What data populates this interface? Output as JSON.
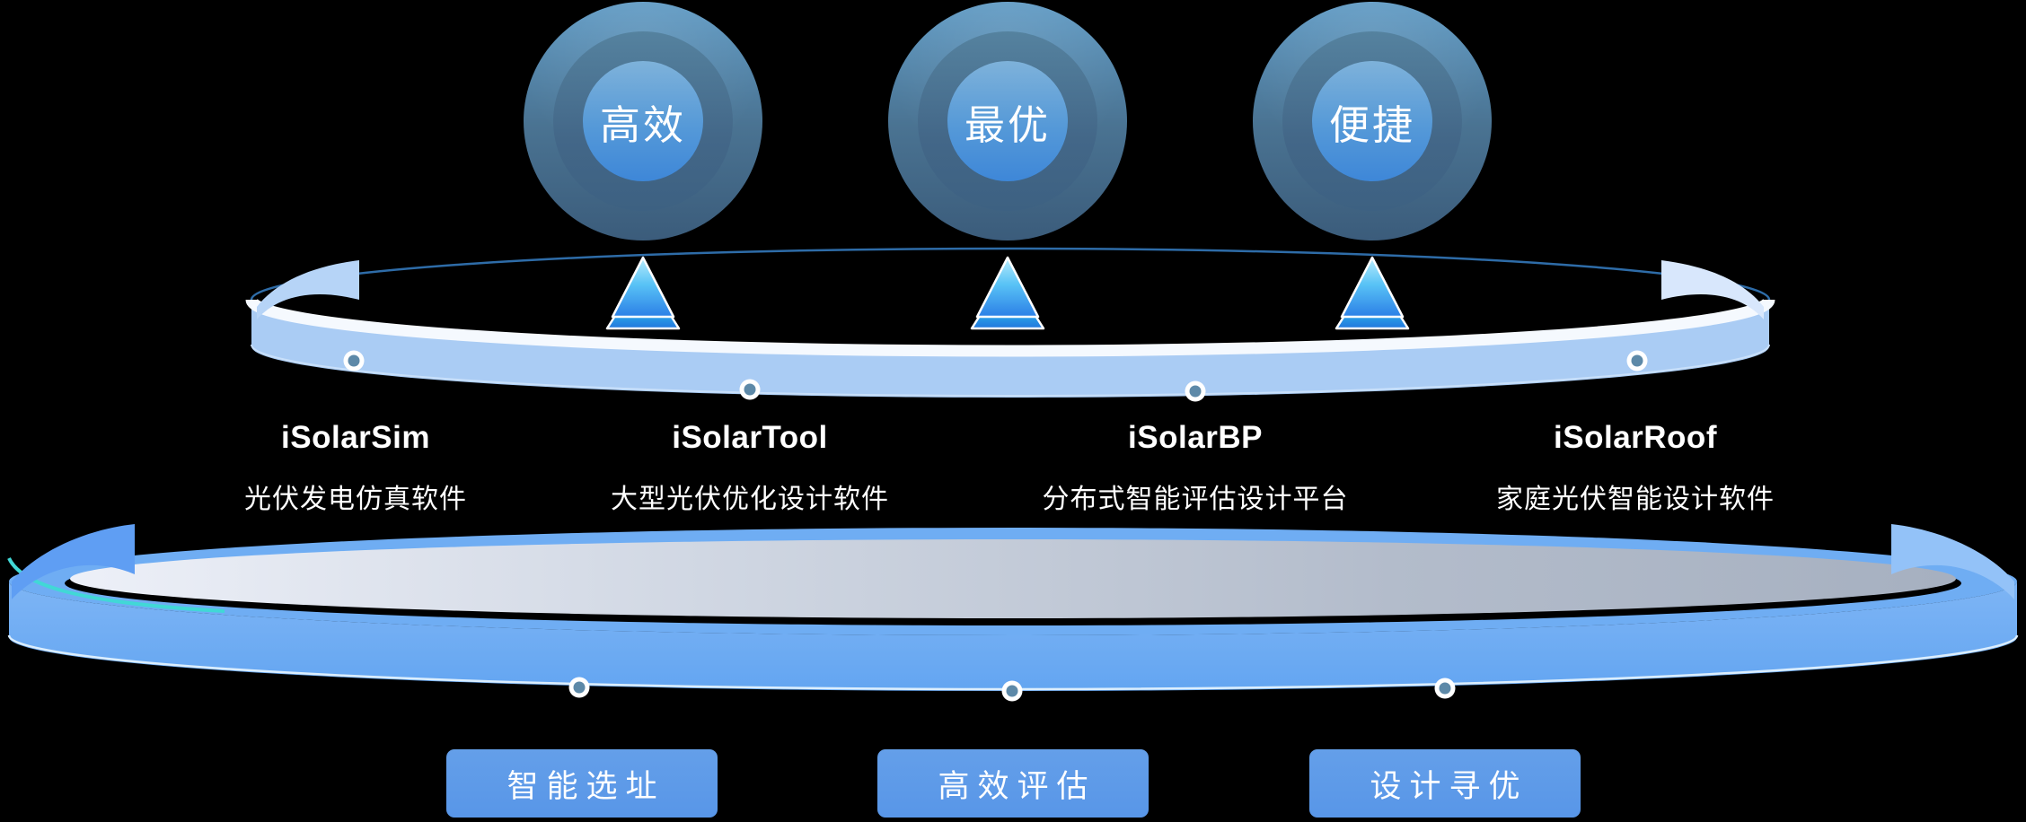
{
  "badges": [
    {
      "label": "高效"
    },
    {
      "label": "最优"
    },
    {
      "label": "便捷"
    }
  ],
  "products": [
    {
      "name": "iSolarSim",
      "desc": "光伏发电仿真软件"
    },
    {
      "name": "iSolarTool",
      "desc": "大型光伏优化设计软件"
    },
    {
      "name": "iSolarBP",
      "desc": "分布式智能评估设计平台"
    },
    {
      "name": "iSolarRoof",
      "desc": "家庭光伏智能设计软件"
    }
  ],
  "capabilities": [
    {
      "label": "智能选址"
    },
    {
      "label": "高效评估"
    },
    {
      "label": "设计寻优"
    }
  ],
  "colors": {
    "background": "#000000",
    "button_blue": "#5b99e8",
    "upper_band": "#aaccf4",
    "upper_top_surface": "#f5f9fe",
    "lower_band": "#6fadf3",
    "ellipse_line": "#2e6ca8",
    "dot_core": "#5d89a8",
    "teal_accent": "#41d8d6",
    "badge_core_blue": "#3e87d8",
    "text": "#ffffff"
  }
}
